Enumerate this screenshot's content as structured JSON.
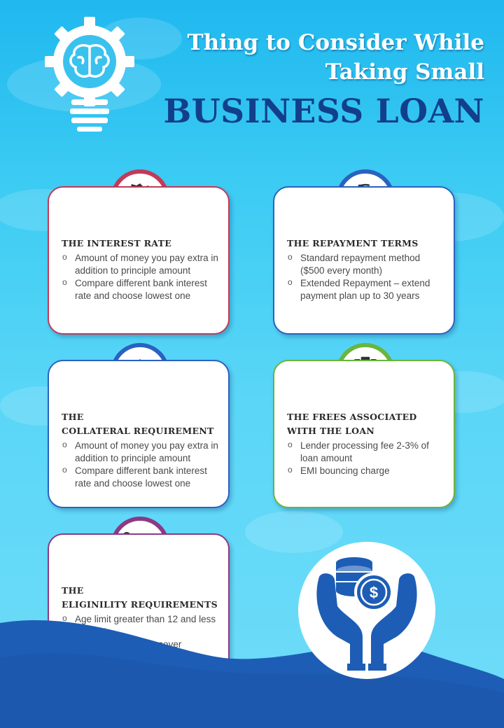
{
  "title": {
    "line1": "Thing to Consider While",
    "line2": "Taking Small",
    "line3": "BUSINESS LOAN"
  },
  "colors": {
    "interest": "#c23a5a",
    "repayment": "#2a62c0",
    "collateral": "#2a62c0",
    "fees": "#6ab53c",
    "eligibility": "#8b3a86",
    "title_dark": "#123f8a"
  },
  "cards": {
    "interest": {
      "icon": "percent-tag-icon",
      "heading": "THE INTEREST RATE",
      "items": [
        "Amount of money you pay extra in addition to principle amount",
        "Compare different bank interest rate and choose lowest one"
      ]
    },
    "repayment": {
      "icon": "dollar-cycle-icon",
      "heading": "THE REPAYMENT TERMS",
      "items": [
        "Standard repayment method ($500 every month)",
        "Extended Repayment – extend payment plan up to 30 years"
      ]
    },
    "collateral": {
      "icon": "house-people-icon",
      "heading_line1": "THE",
      "heading_line2": "COLLATERAL REQUIREMENT",
      "items": [
        "Amount of money you pay extra in addition to principle amount",
        "Compare different bank interest rate and choose lowest one"
      ]
    },
    "fees": {
      "icon": "clipboard-checklist-icon",
      "heading_line1": "THE FREES ASSOCIATED",
      "heading_line2": "WITH THE LOAN",
      "items": [
        "Lender processing fee 2-3% of loan amount",
        "EMI bouncing charge"
      ]
    },
    "eligibility": {
      "icon": "checklist-icon",
      "heading_line1": "THE",
      "heading_line2": "ELIGINILITY REQUIREMENTS",
      "items": [
        "Age limit greater than 12 and less than 65",
        "Minimum annual turnover $100,000"
      ]
    }
  },
  "hands_symbol": "$",
  "repayment_symbol": "$",
  "interest_symbol": "%"
}
